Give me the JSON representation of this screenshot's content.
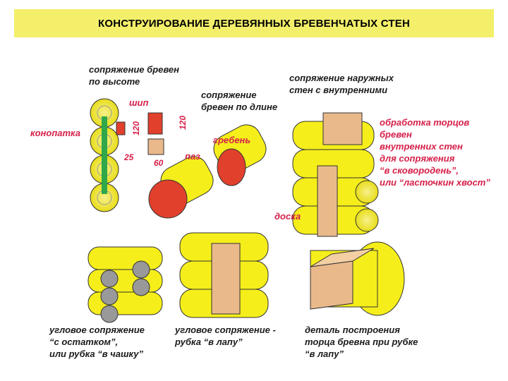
{
  "title": "КОНСТРУИРОВАНИЕ ДЕРЕВЯННЫХ БРЕВЕНЧАТЫХ СТЕН",
  "labels": {
    "height_joint": [
      "сопряжение бревен",
      "по высоте"
    ],
    "length_joint": [
      "сопряжение",
      "бревен по длине"
    ],
    "outer_inner": [
      "сопряжение наружных",
      "стен с внутренними"
    ],
    "tenon": "шип",
    "caulk": "конопатка",
    "ridge": "гребень",
    "groove": "паз",
    "plank": "доска",
    "end_processing": [
      "обработка торцов",
      "бревен",
      "внутренних стен",
      "для сопряжения",
      "“в сковородень”,",
      "или “ласточкин хвост”"
    ],
    "corner_cup": [
      "угловое сопряжение",
      "“с остатком”,",
      "или рубка “в чашку”"
    ],
    "corner_paw": [
      "угловое сопряжение -",
      "рубка “в лапу”"
    ],
    "detail": [
      "деталь построения",
      "торца бревна при рубке",
      "“в лапу”"
    ]
  },
  "dimensions": {
    "d120a": "120",
    "d120b": "120",
    "d25": "25",
    "d60": "60"
  },
  "colors": {
    "log_yellow": "#f5ee1a",
    "log_red": "#e0402c",
    "wood": "#eab98a",
    "text_red": "#d6204a",
    "green": "#2fa84a",
    "banner": "#f3ef6a"
  }
}
